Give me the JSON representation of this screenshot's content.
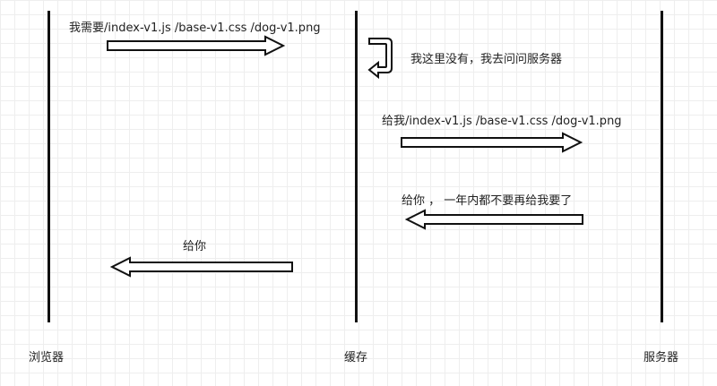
{
  "actors": {
    "browser": "浏览器",
    "cache": "缓存",
    "server": "服务器"
  },
  "messages": {
    "request": "我需要/index-v1.js /base-v1.css /dog-v1.png",
    "cache_miss": "我这里没有，我去问问服务器",
    "forward": "给我/index-v1.js /base-v1.css /dog-v1.png",
    "server_reply": "给你 ， 一年内都不要再给我要了",
    "cache_reply": "给你"
  }
}
